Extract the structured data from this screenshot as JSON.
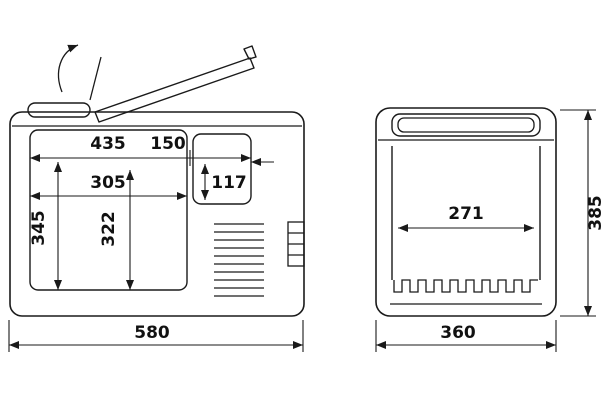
{
  "diagram": {
    "title": "Portable cooler dimensional line drawing, side view and front view",
    "views": {
      "side": {
        "dims": {
          "interior_total_width": "435",
          "compartment_width": "150",
          "compartment_depth": "117",
          "main_compartment_width": "305",
          "interior_depth_front": "345",
          "interior_depth_main": "322",
          "overall_length": "580"
        }
      },
      "front": {
        "dims": {
          "interior_width": "271",
          "overall_height": "385",
          "overall_width": "360"
        }
      }
    },
    "colors": {
      "line": "#1a1a1a",
      "background": "#ffffff"
    }
  }
}
